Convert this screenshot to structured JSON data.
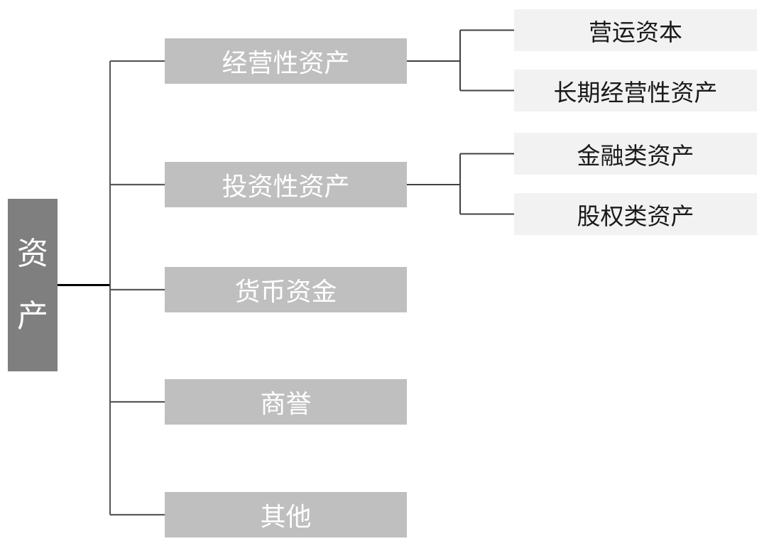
{
  "diagram": {
    "type": "tree",
    "root": {
      "label": "资产"
    },
    "branches": [
      {
        "label": "经营性资产",
        "children": [
          {
            "label": "营运资本"
          },
          {
            "label": "长期经营性资产"
          }
        ]
      },
      {
        "label": "投资性资产",
        "children": [
          {
            "label": "金融类资产"
          },
          {
            "label": "股权类资产"
          }
        ]
      },
      {
        "label": "货币资金",
        "children": []
      },
      {
        "label": "商誉",
        "children": []
      },
      {
        "label": "其他",
        "children": []
      }
    ],
    "colors": {
      "background": "#ffffff",
      "root_fill": "#7f7f7f",
      "root_text": "#ffffff",
      "branch_fill": "#bfbfbf",
      "branch_text": "#ffffff",
      "leaf_fill": "#f2f2f2",
      "leaf_text": "#1a1a1a",
      "root_connector": "#000000",
      "trunk": "#404040",
      "connector": "#595959",
      "bracket": "#404040"
    }
  }
}
